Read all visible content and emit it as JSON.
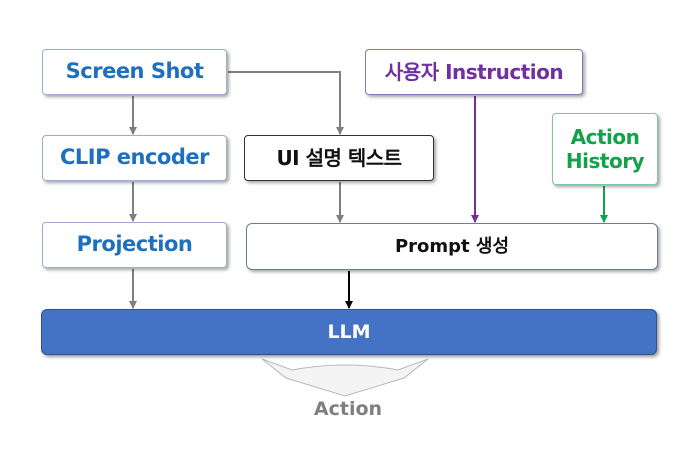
{
  "nodes": {
    "screenshot": "Screen Shot",
    "clip": "CLIP encoder",
    "projection": "Projection",
    "ui_text": "UI 설명 텍스트",
    "user_instruction": "사용자 Instruction",
    "action_history_line1": "Action",
    "action_history_line2": "History",
    "prompt": "Prompt 생성",
    "llm": "LLM",
    "action": "Action"
  },
  "colors": {
    "blue_text": "#1f6fbf",
    "purple": "#7030a0",
    "green": "#12a24a",
    "llm_fill": "#4472c4",
    "arrow_gray": "#7f7f7f",
    "arrow_black": "#000000"
  }
}
